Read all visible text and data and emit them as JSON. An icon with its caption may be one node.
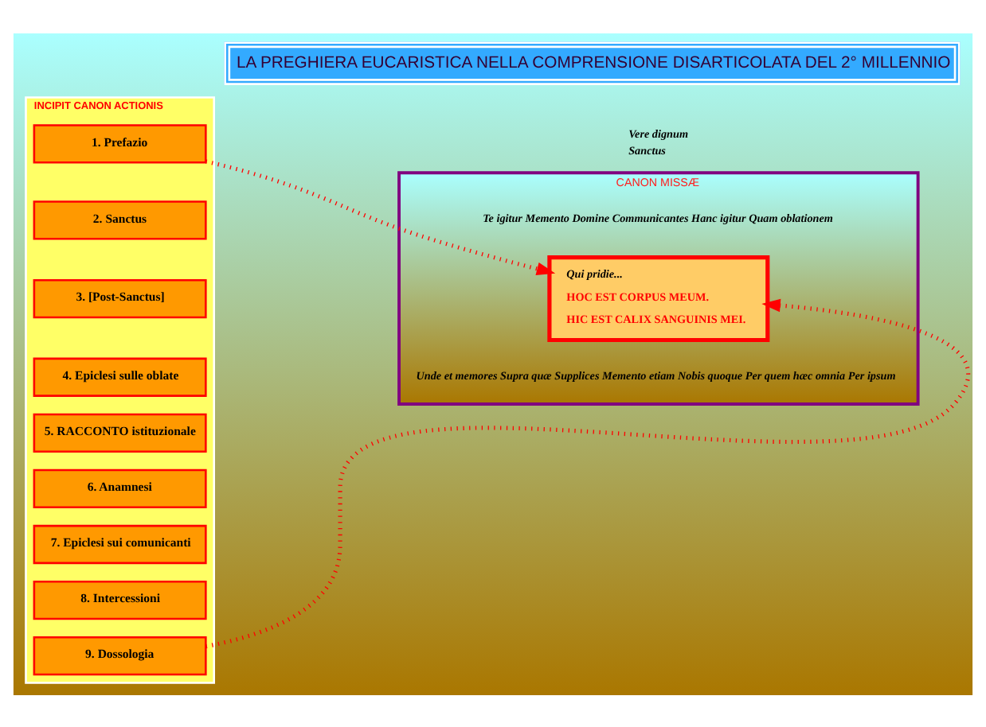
{
  "diagram": {
    "title": "LA PREGHIERA EUCARISTICA NELLA COMPRENSIONE DISARTICOLATA DEL 2° MILLENNIO",
    "nodes": [
      {
        "text": [
          "INCIPIT CANON ACTIONIS"
        ]
      },
      {
        "text": [
          "1. Prefazio"
        ],
        "in": 0
      },
      {
        "text": [
          "2. Sanctus"
        ],
        "in": 0
      },
      {
        "text": [
          "3. [Post-Sanctus]"
        ],
        "in": 0
      },
      {
        "text": [
          "4. Epiclesi sulle oblate"
        ],
        "in": 0
      },
      {
        "text": [
          "5. RACCONTO istituzionale"
        ],
        "in": 0
      },
      {
        "text": [
          "6. Anamnesi"
        ],
        "in": 0
      },
      {
        "text": [
          "7. Epiclesi sui comunicanti"
        ],
        "in": 0
      },
      {
        "text": [
          "8. Intercessioni"
        ],
        "in": 0
      },
      {
        "text": [
          "9. Dossologia"
        ],
        "in": 0
      },
      {
        "text": [
          "CANON MISSÆ",
          "Te igitur Memento Domine Communicantes Hanc igitur Quam oblationem",
          "Unde et memores Supra quæ Supplices Memento etiam Nobis quoque Per quem hæc omnia Per ipsum"
        ]
      },
      {
        "text": [
          "Qui pridie...",
          "HOC EST CORPUS MEUM.",
          "HIC EST CALIX SANGUINIS MEI."
        ],
        "in": 10
      }
    ],
    "edges": [
      {
        "from": 1,
        "to": 11,
        "arrow": "to",
        "style": "dashed"
      },
      {
        "from": 9,
        "to": 11,
        "arrow": "to",
        "style": "dashed"
      }
    ],
    "labels": [
      "Vere dignum",
      "Sanctus"
    ]
  }
}
